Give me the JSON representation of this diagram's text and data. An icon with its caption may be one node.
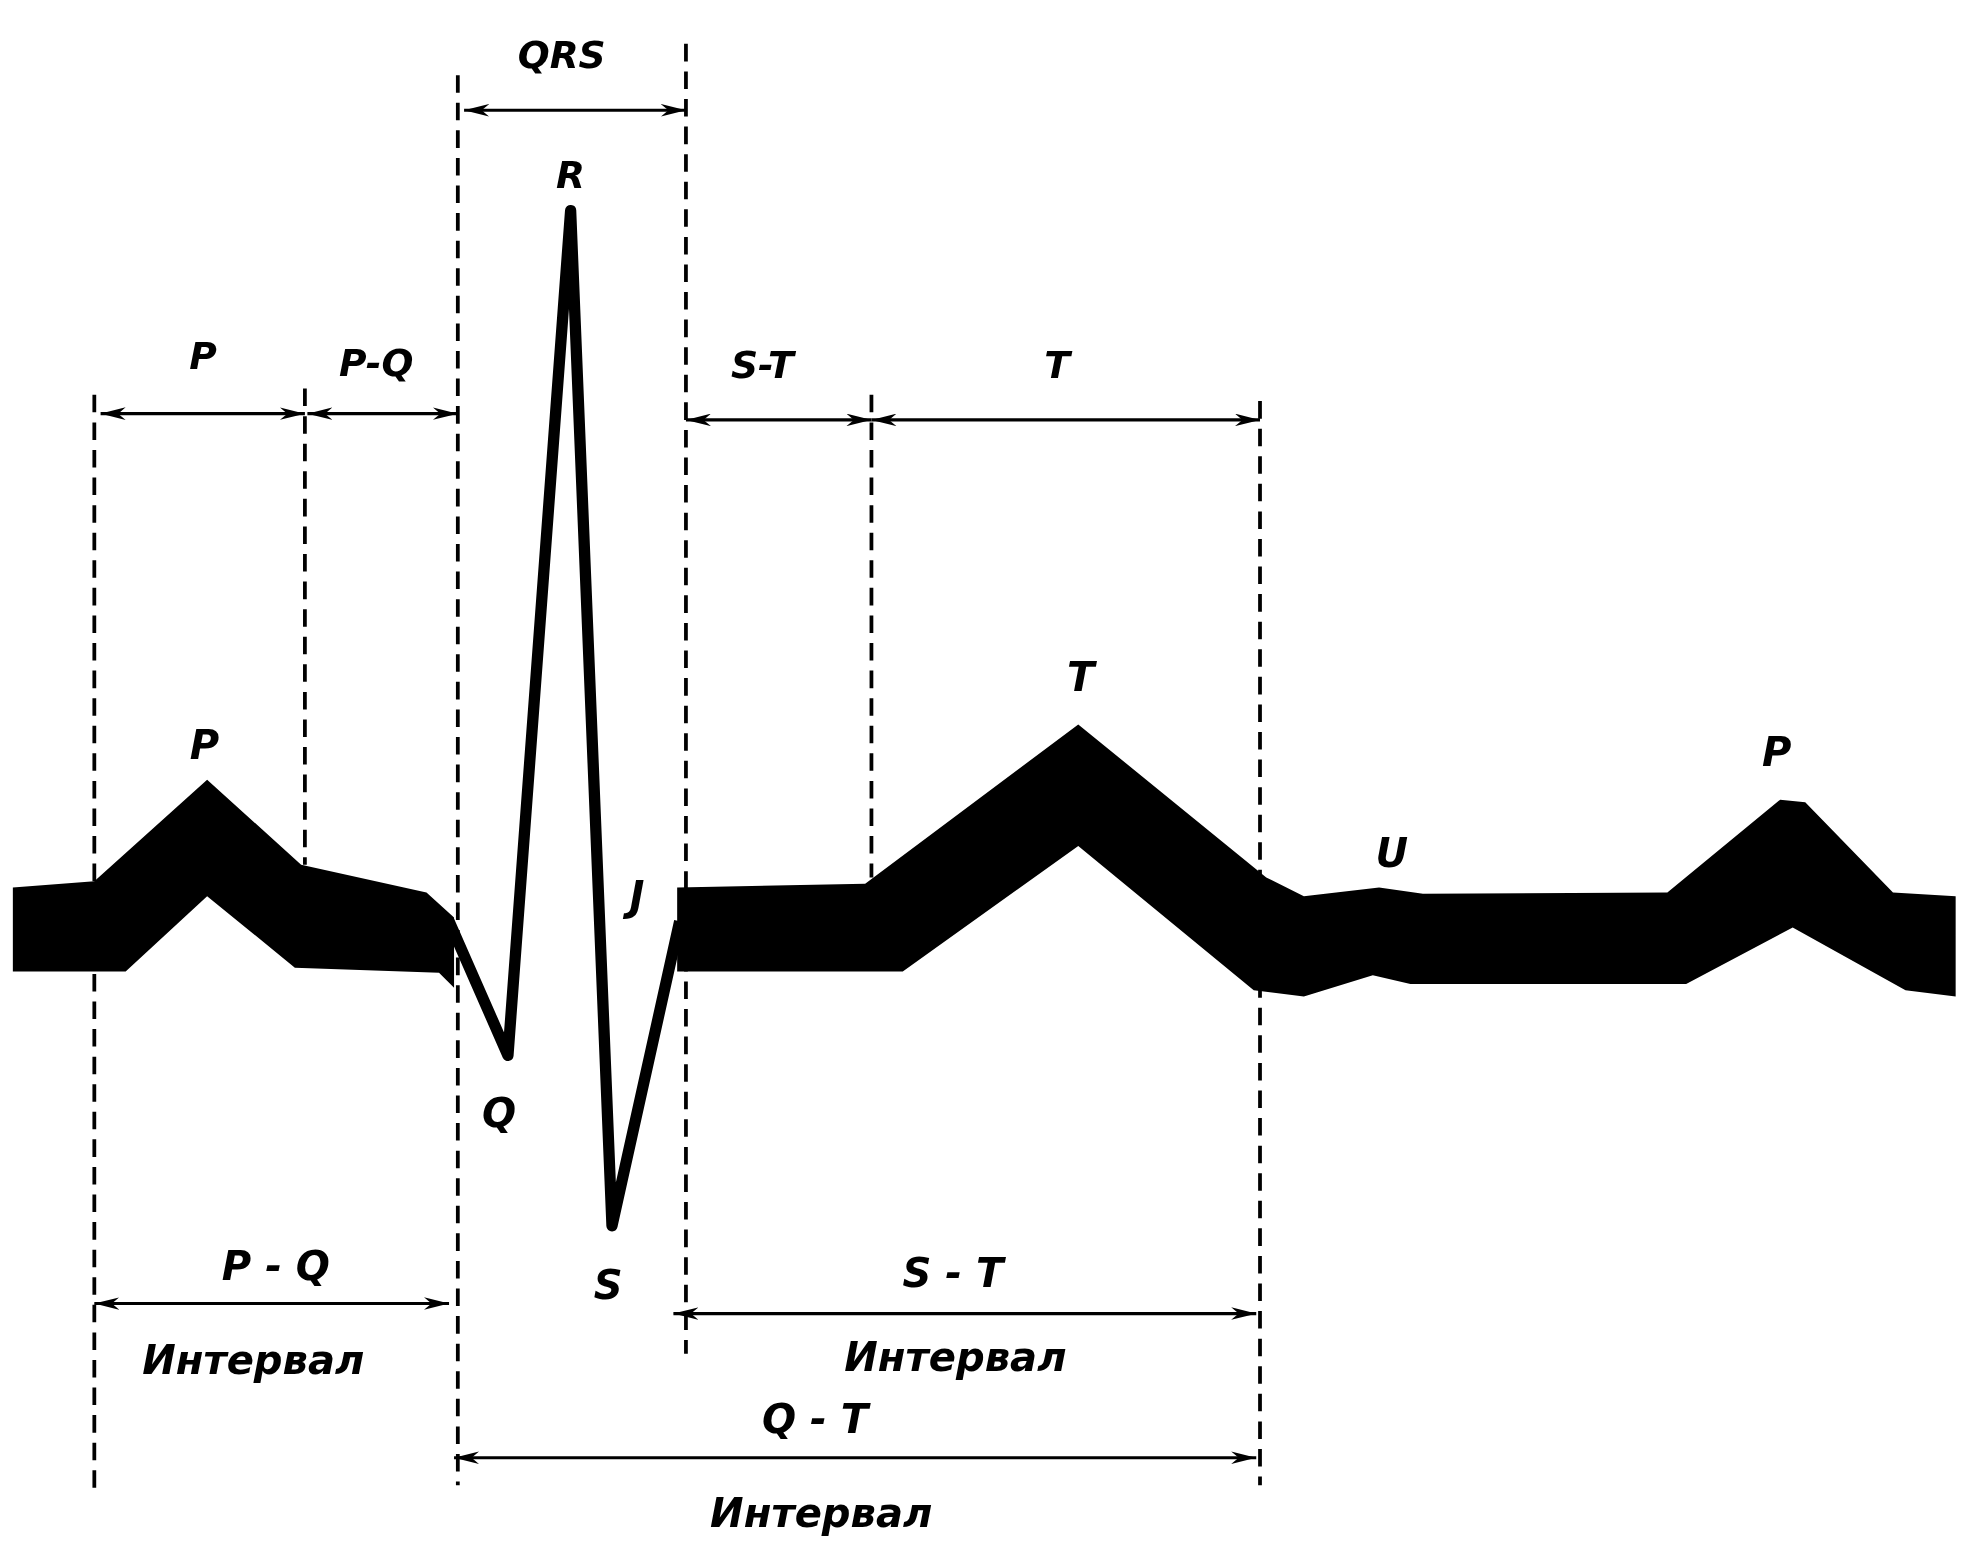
{
  "diagram": {
    "labels": [
      "QRS",
      "R",
      "P",
      "P-Q",
      "S-T",
      "T",
      "T",
      "P",
      "P",
      "U",
      "J",
      "Q",
      "S",
      "P - Q",
      "S - T",
      "Интервал",
      "Интервал",
      "Q - T",
      "Интервал"
    ]
  }
}
